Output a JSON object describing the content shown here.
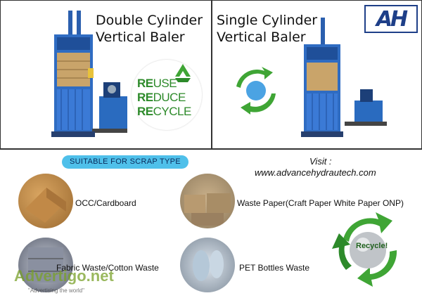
{
  "left_panel": {
    "title_line1": "Double Cylinder",
    "title_line2": "Vertical Baler"
  },
  "right_panel": {
    "title_line1": "Single Cylinder",
    "title_line2": "Vertical Baler"
  },
  "reuse_logo": {
    "line1_bold": "RE",
    "line1_rest": "USE",
    "line2_bold": "RE",
    "line2_rest": "DUCE",
    "line3_bold": "RE",
    "line3_rest": "CYCLE"
  },
  "brand_logo": {
    "text": "AH"
  },
  "scrap_section": {
    "heading": "SUITABLE FOR SCRAP TYPE",
    "visit_label": "Visit :",
    "website": "www.advancehydrautech.com",
    "items": [
      {
        "label": "OCC/Cardboard"
      },
      {
        "label": "Waste Paper(Craft Paper White Paper ONP)"
      },
      {
        "label": "Fabric Waste/Cotton Waste"
      },
      {
        "label": "PET Bottles Waste"
      }
    ]
  },
  "recycle_ball": {
    "text": "Recycle!"
  },
  "watermark": {
    "brand": "Advertigo.net",
    "tagline": "\"Advertising the world\""
  },
  "colors": {
    "machine_blue": "#2f6cc2",
    "recycle_green": "#3fa535",
    "pill_blue": "#4fc0ea"
  }
}
